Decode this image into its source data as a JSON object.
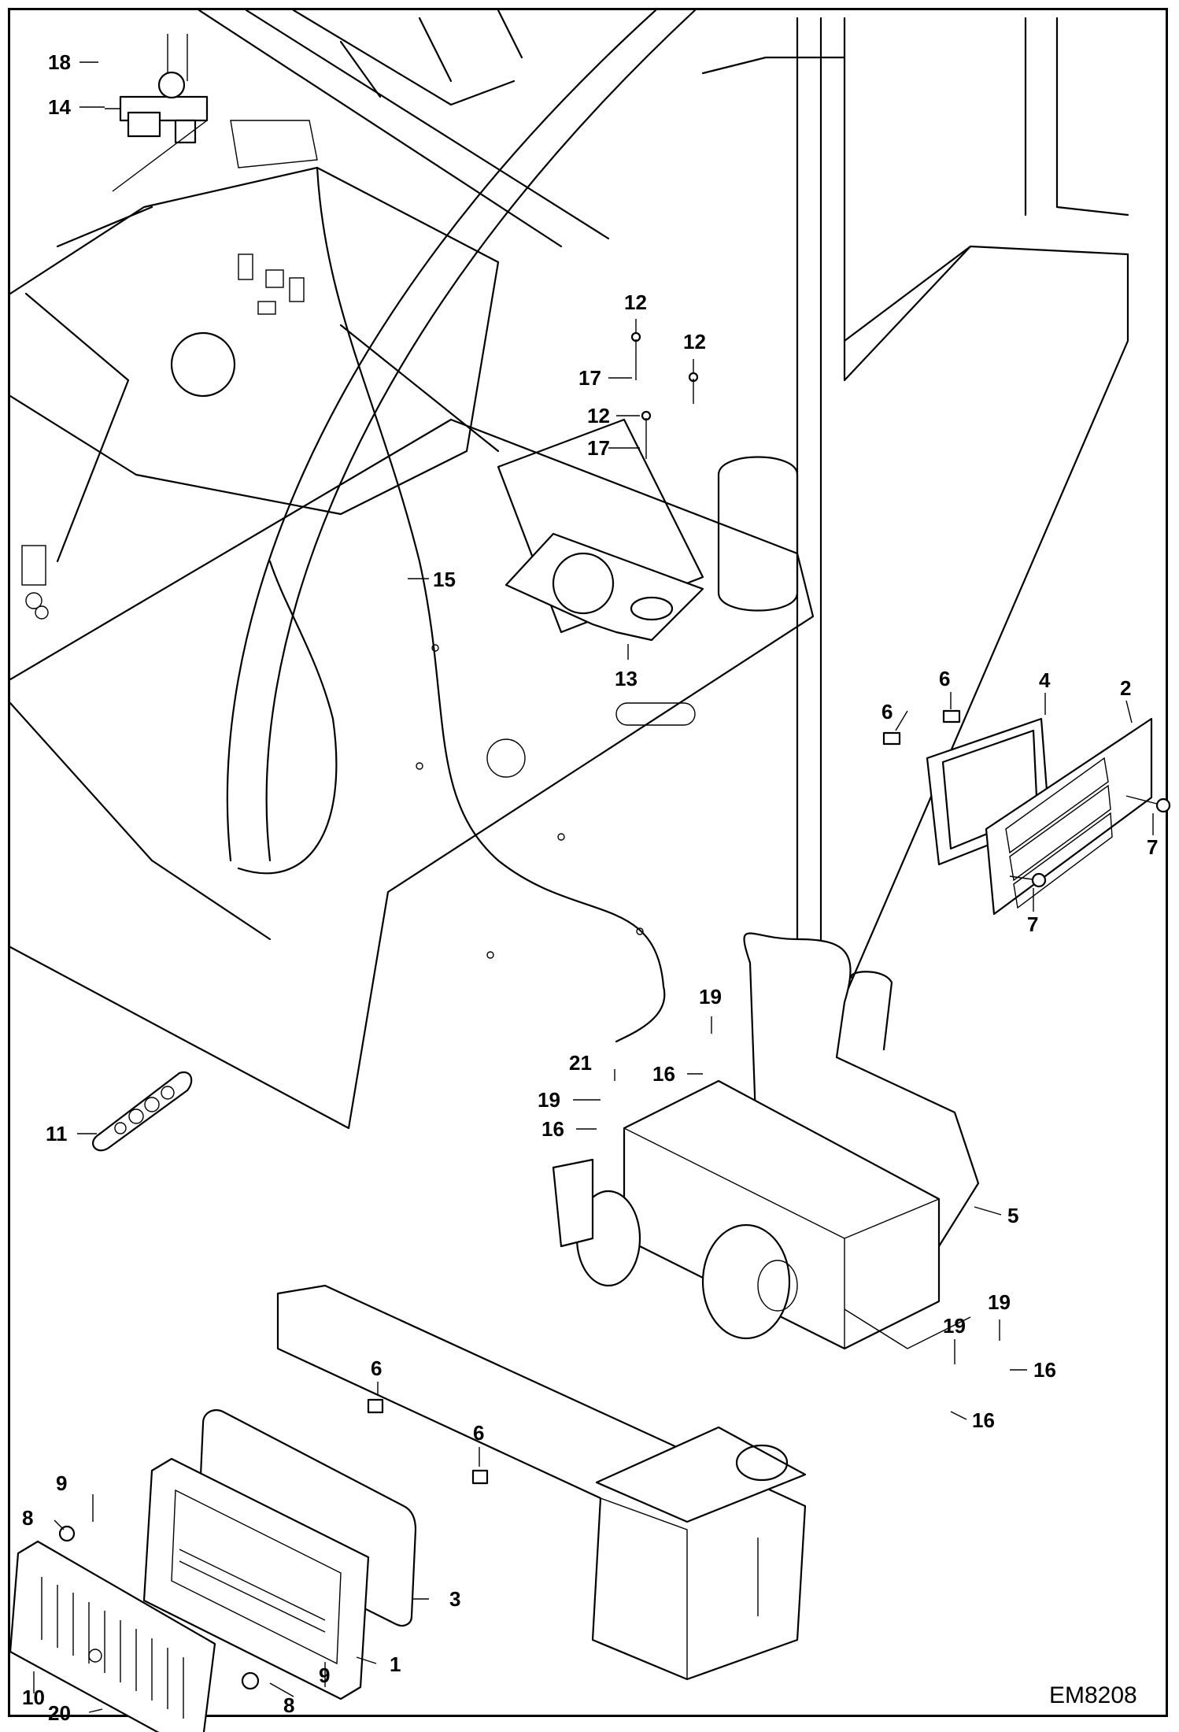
{
  "diagram": {
    "reference_code": "EM8208",
    "callouts": [
      "18",
      "14",
      "12",
      "12",
      "17",
      "12",
      "17",
      "15",
      "13",
      "6",
      "6",
      "4",
      "2",
      "7",
      "7",
      "19",
      "21",
      "16",
      "19",
      "16",
      "5",
      "11",
      "19",
      "19",
      "16",
      "16",
      "6",
      "6",
      "9",
      "8",
      "3",
      "10",
      "9",
      "1",
      "8",
      "20"
    ]
  }
}
